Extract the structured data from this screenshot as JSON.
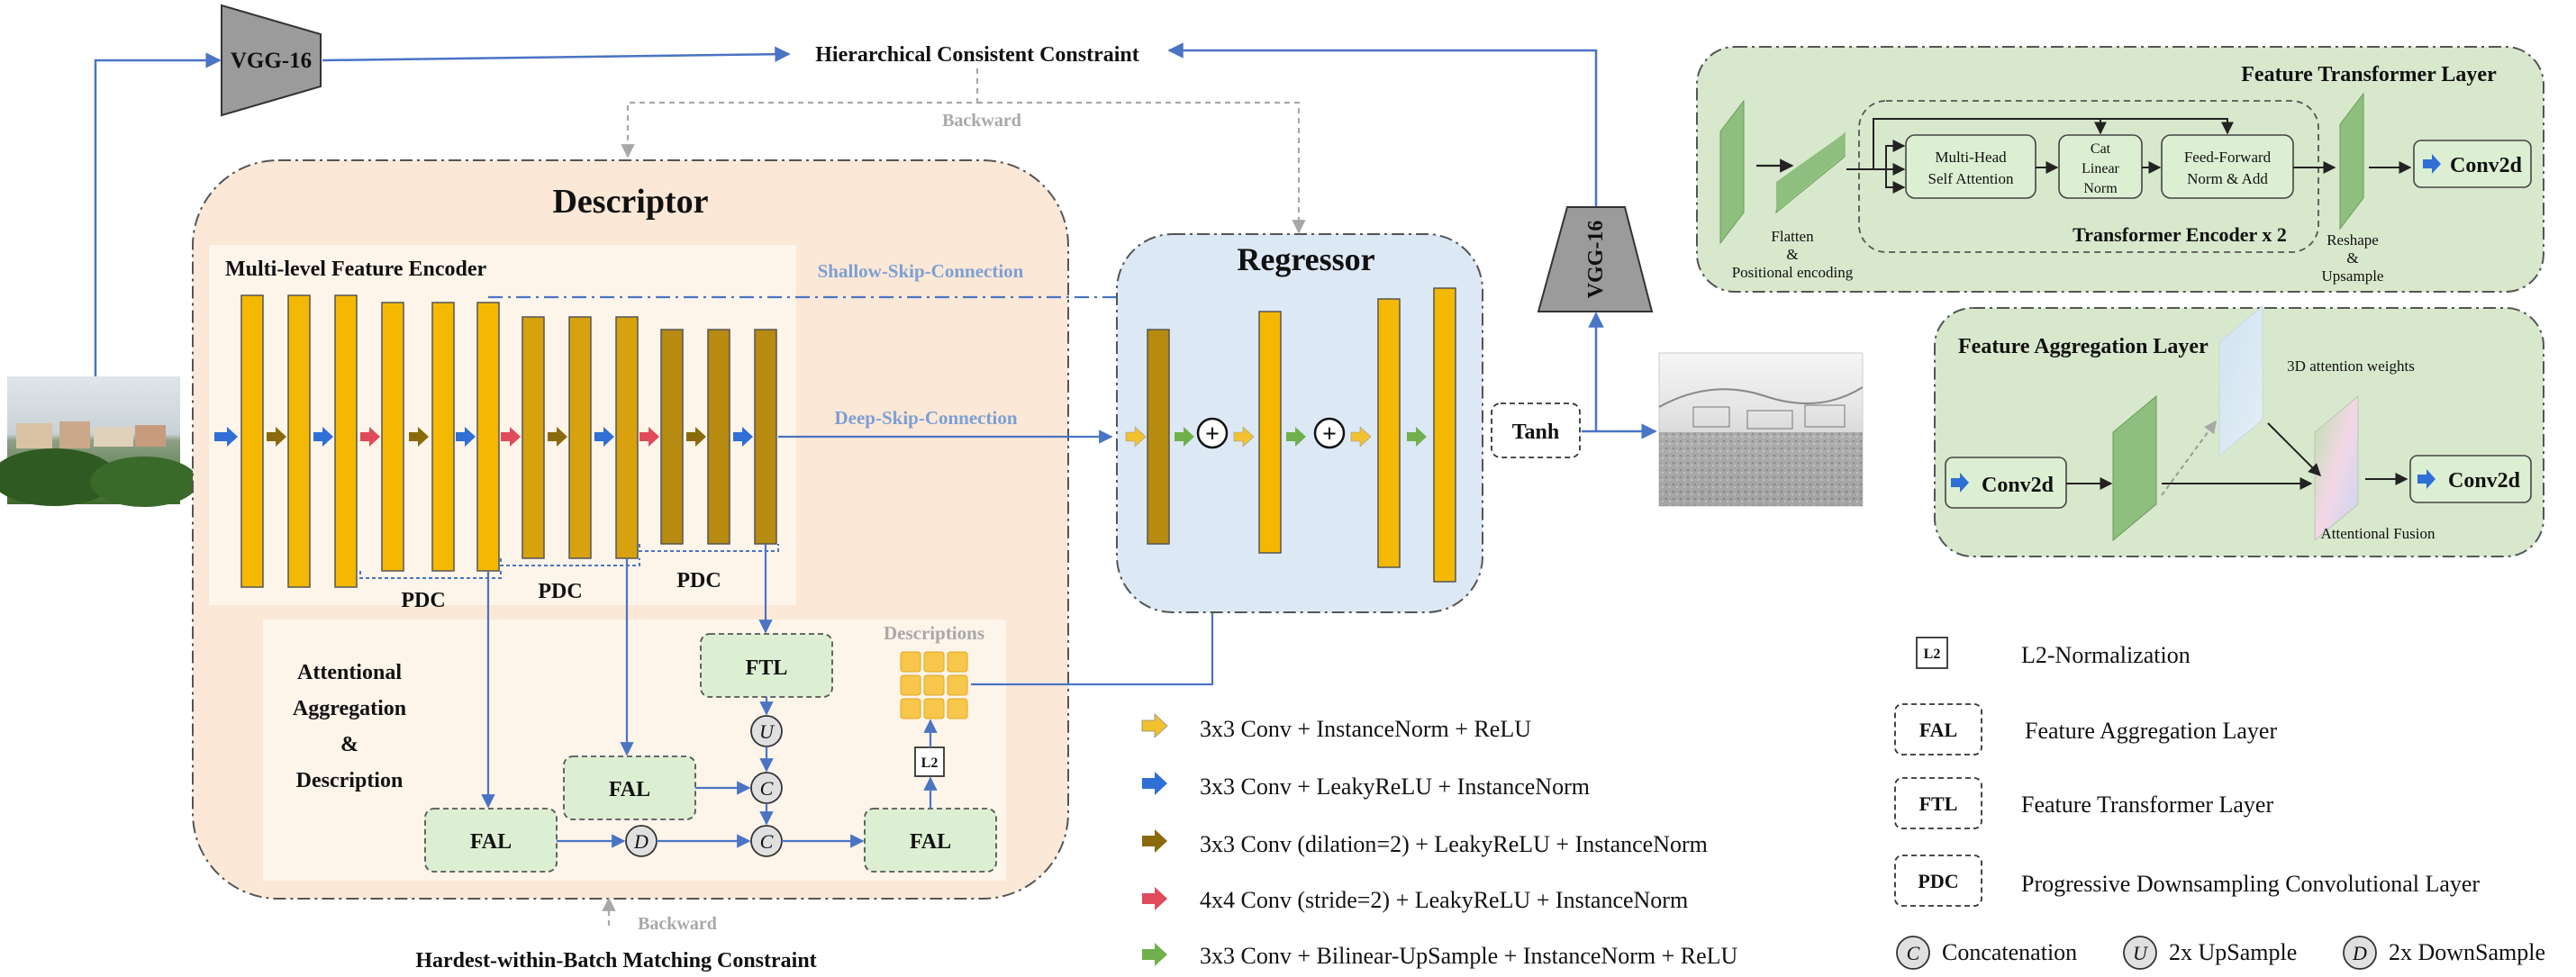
{
  "top": {
    "vgg_left": "VGG-16",
    "vgg_right": "VGG-16",
    "hcc": "Hierarchical Consistent Constraint",
    "backward_top": "Backward",
    "backward_bottom": "Backward",
    "hbm": "Hardest-within-Batch Matching Constraint"
  },
  "descriptor": {
    "title": "Descriptor",
    "encoder_title": "Multi-level Feature Encoder",
    "shallow_skip": "Shallow-Skip-Connection",
    "deep_skip": "Deep-Skip-Connection",
    "pdc_labels": [
      "PDC",
      "PDC",
      "PDC"
    ],
    "attn_title_lines": [
      "Attentional",
      "Aggregation",
      "&",
      "Description"
    ],
    "descriptions": "Descriptions",
    "ftl": "FTL",
    "fal": "FAL",
    "l2": "L2",
    "u": "U",
    "c": "C",
    "d": "D"
  },
  "regressor": {
    "title": "Regressor",
    "tanh": "Tanh",
    "plus": "+"
  },
  "ftl_panel": {
    "title": "Feature Transformer Layer",
    "flatten_lines": [
      "Flatten",
      "&",
      "Positional encoding"
    ],
    "mhsa_lines": [
      "Multi-Head",
      "Self Attention"
    ],
    "cat_lines": [
      "Cat",
      "Linear",
      "Norm"
    ],
    "ffn_lines": [
      "Feed-Forward",
      "Norm & Add"
    ],
    "encoder_label": "Transformer Encoder x 2",
    "reshape_lines": [
      "Reshape",
      "&",
      "Upsample"
    ],
    "conv2d": "Conv2d"
  },
  "fal_panel": {
    "title": "Feature Aggregation Layer",
    "weights": "3D attention weights",
    "fusion": "Attentional Fusion",
    "conv2d_in": "Conv2d",
    "conv2d_out": "Conv2d"
  },
  "arrow_legend": [
    {
      "label": "3x3 Conv + InstanceNorm + ReLU",
      "color": "#f2c12e"
    },
    {
      "label": "3x3 Conv + LeakyReLU + InstanceNorm",
      "color": "#2f6fd6"
    },
    {
      "label": "3x3 Conv (dilation=2) + LeakyReLU + InstanceNorm",
      "color": "#8a6a0c"
    },
    {
      "label": "4x4 Conv (stride=2) + LeakyReLU + InstanceNorm",
      "color": "#e04a5a"
    },
    {
      "label": "3x3 Conv + Bilinear-UpSample + InstanceNorm + ReLU",
      "color": "#6fb04c"
    }
  ],
  "box_legend": [
    {
      "key": "L2",
      "label": "L2-Normalization"
    },
    {
      "key": "FAL",
      "label": "Feature Aggregation Layer"
    },
    {
      "key": "FTL",
      "label": "Feature Transformer Layer"
    },
    {
      "key": "PDC",
      "label": "Progressive Downsampling Convolutional Layer"
    }
  ],
  "symbol_legend": [
    {
      "key": "C",
      "label": "Concatenation"
    },
    {
      "key": "U",
      "label": "2x UpSample"
    },
    {
      "key": "D",
      "label": "2x DownSample"
    }
  ],
  "colors": {
    "descriptor_bg": "#fbe8d6",
    "regressor_bg": "#dde8f5",
    "green_panel": "#d8e8cc",
    "green_box": "#dcefd2",
    "yellow_bar": "#f5b800",
    "brown_bar": "#b78a10",
    "arrow_blue": "#4a74c4"
  }
}
